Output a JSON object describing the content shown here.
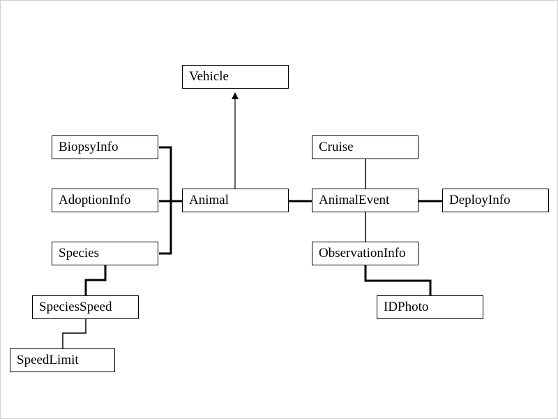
{
  "diagram": {
    "colors": {
      "line": "#000000",
      "box_border": "#000000",
      "box_fill": "#ffffff",
      "text": "#000000"
    },
    "nodes": {
      "vehicle": "Vehicle",
      "biopsy_info": "BiopsyInfo",
      "adoption_info": "AdoptionInfo",
      "species": "Species",
      "species_speed": "SpeciesSpeed",
      "speed_limit": "SpeedLimit",
      "animal": "Animal",
      "cruise": "Cruise",
      "animal_event": "AnimalEvent",
      "deploy_info": "DeployInfo",
      "observation_info": "ObservationInfo",
      "id_photo": "IDPhoto"
    }
  }
}
